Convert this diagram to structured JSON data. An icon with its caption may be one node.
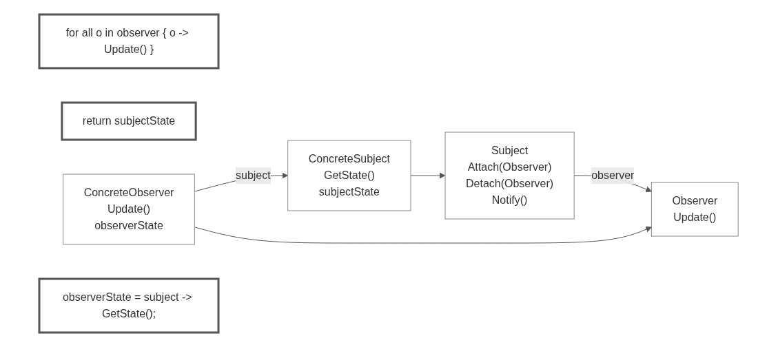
{
  "diagram": {
    "nodes": [
      {
        "text": [
          "Subject",
          "Attach(Observer)",
          "Detach(Observer)",
          "Notify()"
        ]
      },
      {
        "text": [
          "Observer",
          "Update()"
        ]
      },
      {
        "text": [
          "for all o in observer { o -> Update() }"
        ]
      },
      {
        "text": [
          "ConcreteSubject",
          "GetState()",
          "subjectState"
        ]
      },
      {
        "text": [
          "return subjectState"
        ]
      },
      {
        "text": [
          "ConcreteObserver",
          "Update()",
          "observerState"
        ]
      },
      {
        "text": [
          "observerState = subject -> GetState();"
        ]
      }
    ],
    "edges": [
      {
        "from": 0,
        "to": 1,
        "arrow": "to",
        "label": "observer"
      },
      {
        "from": 3,
        "to": 0,
        "arrow": "to"
      },
      {
        "from": 5,
        "to": 1,
        "arrow": "to"
      },
      {
        "from": 5,
        "to": 3,
        "arrow": "to",
        "label": "subject"
      }
    ]
  }
}
